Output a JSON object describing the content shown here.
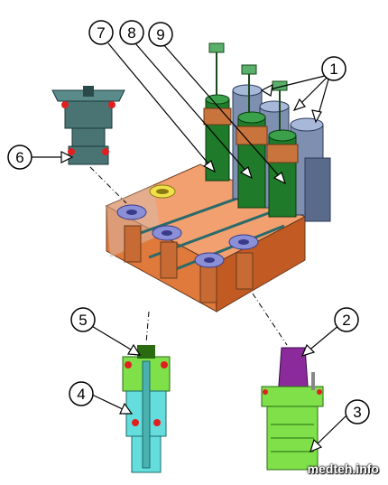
{
  "callouts": {
    "c1": "1",
    "c2": "2",
    "c3": "3",
    "c4": "4",
    "c5": "5",
    "c6": "6",
    "c7": "7",
    "c8": "8",
    "c9": "9"
  },
  "watermark": "medteh.info",
  "colors": {
    "manifold": "#e07a3c",
    "solenoid": "#1f7a2a",
    "coil": "#c8743c",
    "motor": "#7e8fb0",
    "seat": "#8a8fd6",
    "top_part": "#4a7373",
    "seal": "#e02020",
    "spool": "#8b2a9a",
    "green_body": "#7fe04a",
    "cyan_body": "#66dddd"
  }
}
